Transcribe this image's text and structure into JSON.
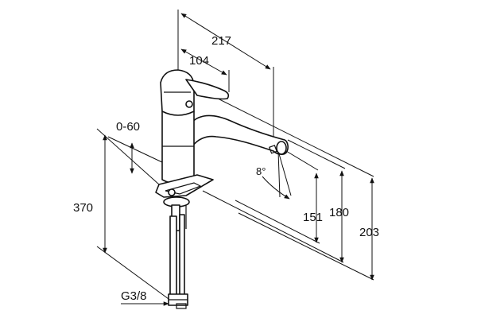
{
  "drawing": {
    "stroke_color": "#111111",
    "background": "#ffffff",
    "dimensions": {
      "width_total": "217",
      "width_lever": "104",
      "range_height": "0-60",
      "height_under": "370",
      "height_spout_min": "151",
      "height_spout_mid": "180",
      "height_total": "203",
      "angle": "8°",
      "connection": "G3/8"
    }
  }
}
